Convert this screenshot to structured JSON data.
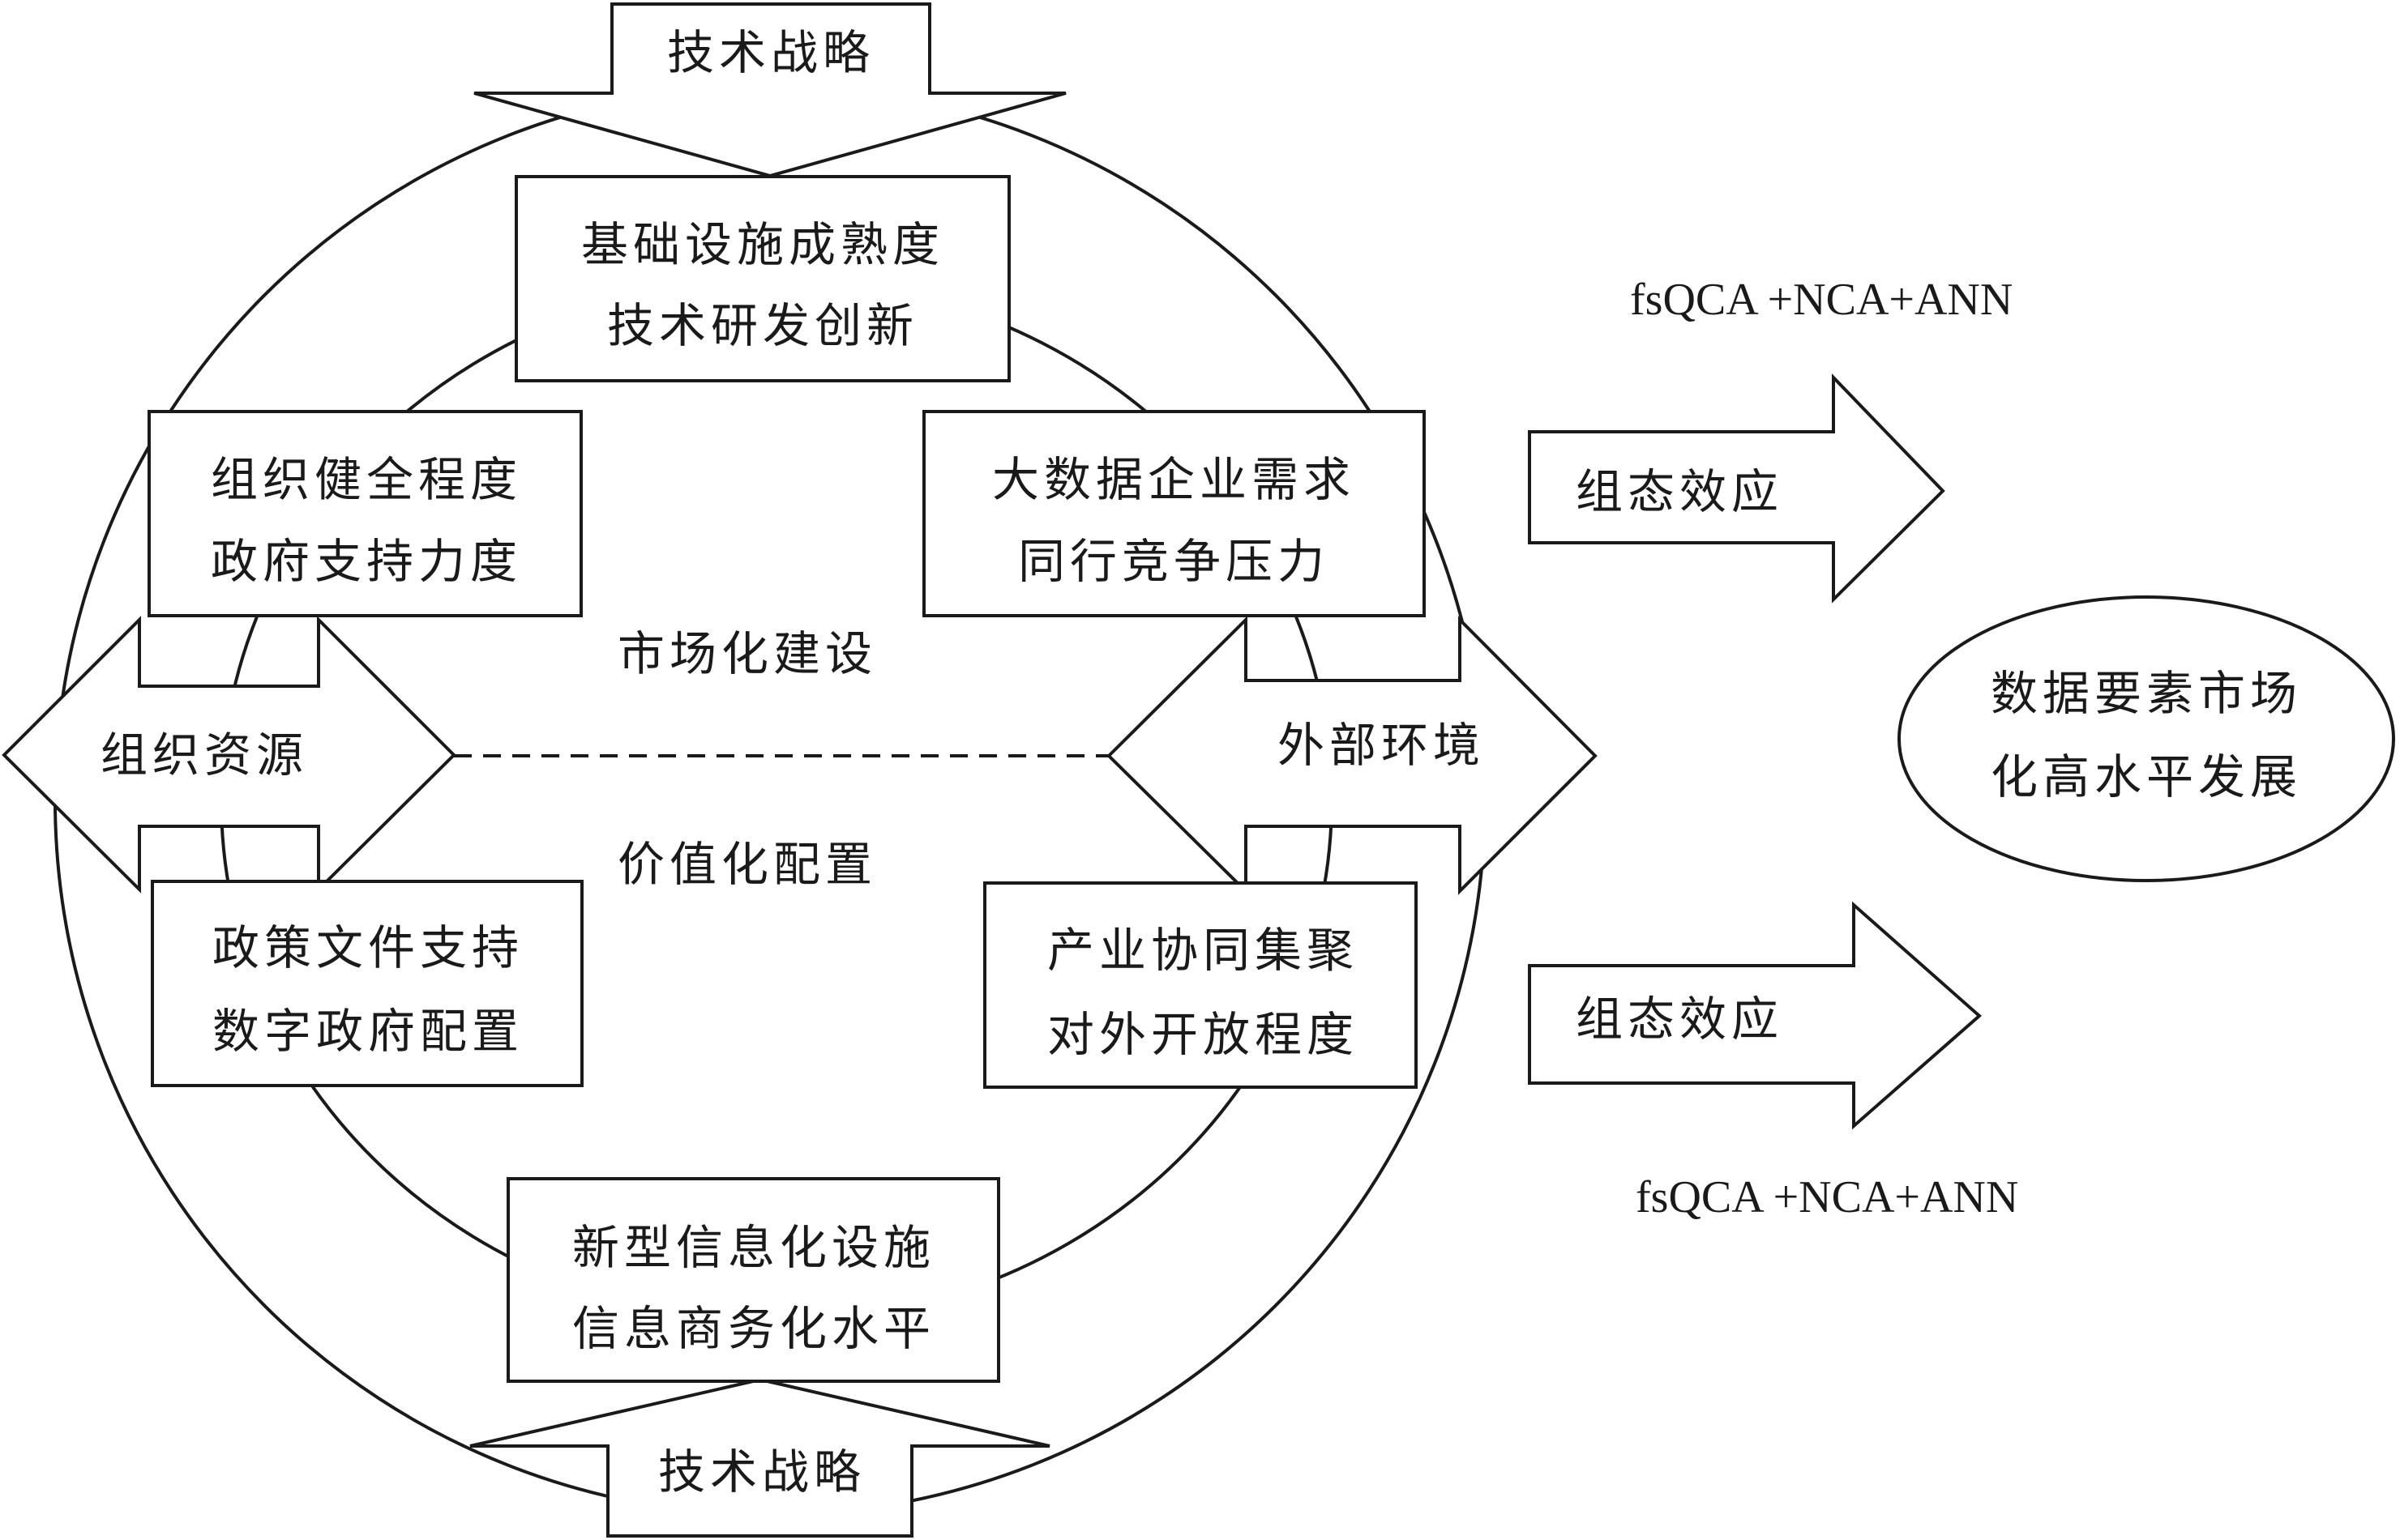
{
  "top_strategy": "技术战略",
  "bottom_strategy": "技术战略",
  "box_top": [
    "基础设施成熟度",
    "技术研发创新"
  ],
  "box_top_left": [
    "组织健全程度",
    "政府支持力度"
  ],
  "box_top_right": [
    "大数据企业需求",
    "同行竞争压力"
  ],
  "box_bottom_left": [
    "政策文件支持",
    "数字政府配置"
  ],
  "box_bottom_right": [
    "产业协同集聚",
    "对外开放程度"
  ],
  "box_bottom": [
    "新型信息化设施",
    "信息商务化水平"
  ],
  "label_market": "市场化建设",
  "label_value": "价值化配置",
  "left_arrow_label": "组织资源",
  "right_arrow_label": "外部环境",
  "method_top": "fsQCA +NCA+ANN",
  "method_bottom": "fsQCA +NCA+ANN",
  "effect_top": "组态效应",
  "effect_bottom": "组态效应",
  "outcome": [
    "数据要素市场",
    "化高水平发展"
  ]
}
